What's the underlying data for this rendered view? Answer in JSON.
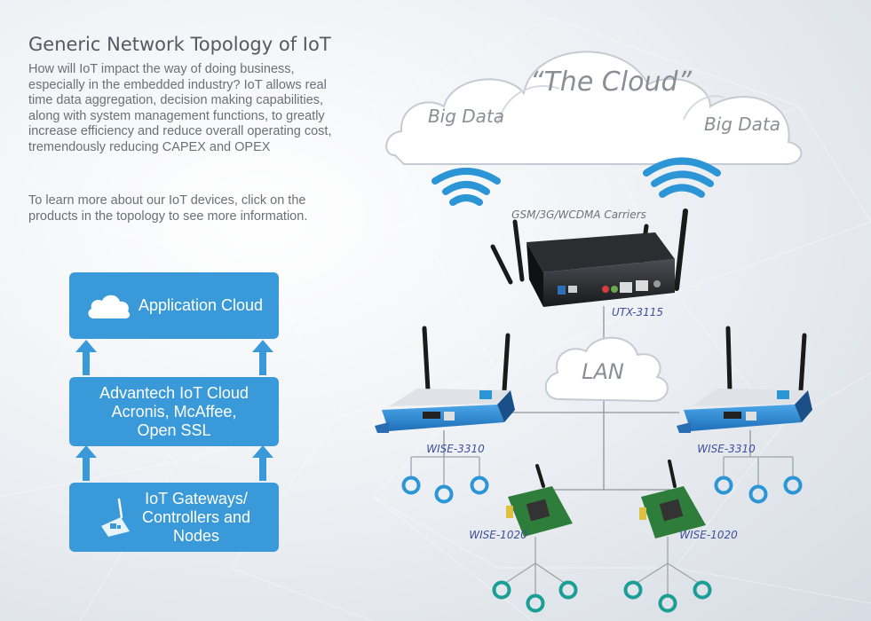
{
  "intro": {
    "title": "Generic Network Topology of IoT",
    "paragraph1": "How will IoT impact the way of doing business, especially in the embedded industry? IoT allows real time data aggregation, decision making capabilities, along with system management functions, to greatly increase efficiency and reduce overall operating cost, tremendously reducing CAPEX and OPEX",
    "paragraph2": "To learn more about our IoT devices, click on the products  in the topology to see more information."
  },
  "stack": {
    "top": "Application Cloud",
    "middle": "Advantech IoT Cloud\nAcronis, McAffee,\nOpen SSL",
    "bottom": "IoT Gateways/\nControllers and\nNodes"
  },
  "topology": {
    "cloud_main": "“The Cloud”",
    "cloud_left": "Big Data",
    "cloud_right": "Big Data",
    "carriers": "GSM/3G/WCDMA Carriers",
    "lan": "LAN",
    "gateway": "UTX-3115",
    "router_left": "WISE-3310",
    "router_right": "WISE-3310",
    "node_left": "WISE-1020",
    "node_right": "WISE-1020"
  },
  "colors": {
    "accent_blue": "#3a9ad9",
    "sensor_blue": "#2b95d6",
    "sensor_teal": "#1a9e95",
    "device_label": "#3e4f9b"
  },
  "icons": {
    "cloud": "cloud-icon",
    "arrow": "arrow-up-icon",
    "wifi": "wifi-signal-icon",
    "board": "board-icon",
    "sensor": "sensor-node-icon"
  }
}
